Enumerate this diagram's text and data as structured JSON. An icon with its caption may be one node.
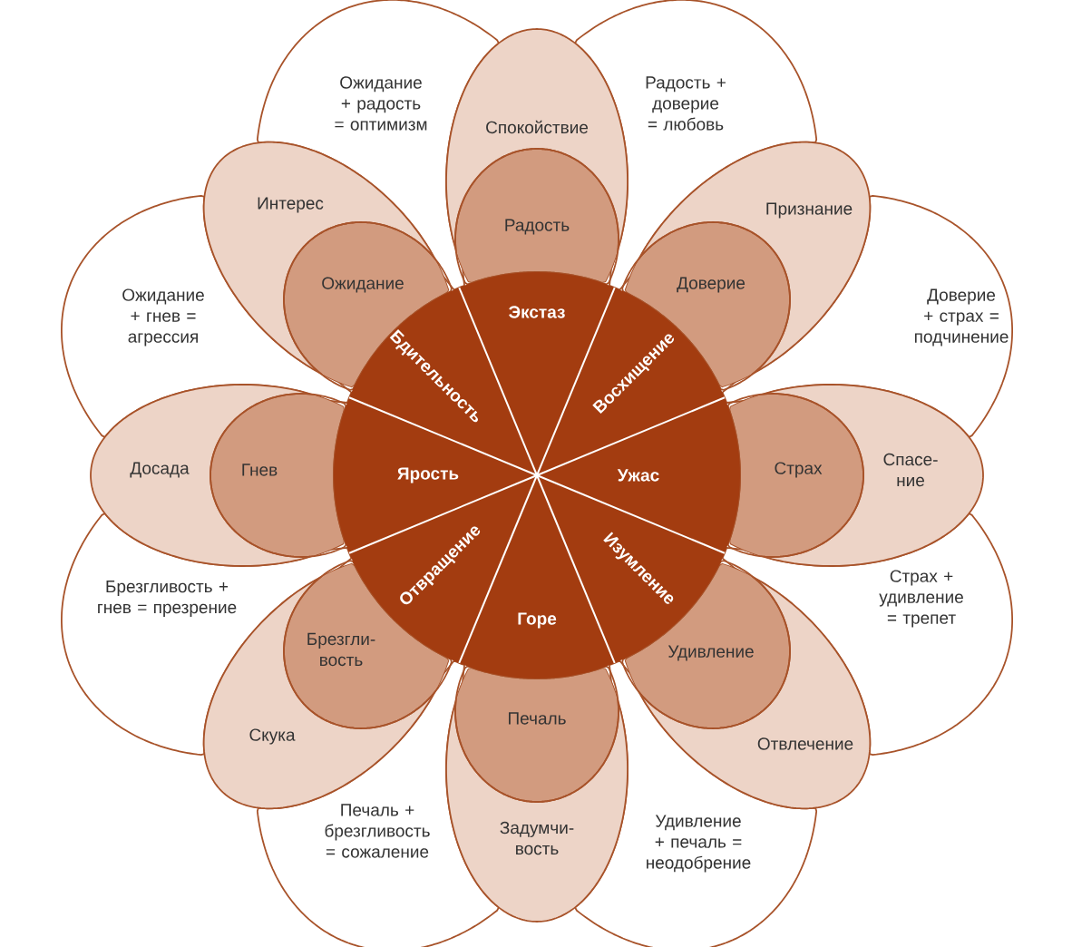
{
  "diagram": {
    "nodes": [
      {
        "text": [
          "Экстаз"
        ]
      },
      {
        "text": [
          "Восхищение"
        ]
      },
      {
        "text": [
          "Ужас"
        ]
      },
      {
        "text": [
          "Изумление"
        ]
      },
      {
        "text": [
          "Горе"
        ]
      },
      {
        "text": [
          "Отвращение"
        ]
      },
      {
        "text": [
          "Ярость"
        ]
      },
      {
        "text": [
          "Бдительность"
        ]
      },
      {
        "text": [
          "Радость"
        ],
        "in": 16
      },
      {
        "text": [
          "Доверие"
        ],
        "in": 17
      },
      {
        "text": [
          "Страх"
        ],
        "in": 18
      },
      {
        "text": [
          "Удивление"
        ],
        "in": 19
      },
      {
        "text": [
          "Печаль"
        ],
        "in": 20
      },
      {
        "text": [
          "Брезгли- вость"
        ],
        "in": 21
      },
      {
        "text": [
          "Гнев"
        ],
        "in": 22
      },
      {
        "text": [
          "Ожидание"
        ],
        "in": 23
      },
      {
        "text": [
          "Спокойствие"
        ]
      },
      {
        "text": [
          "Признание"
        ]
      },
      {
        "text": [
          "Спасе- ние"
        ]
      },
      {
        "text": [
          "Отвлечение"
        ]
      },
      {
        "text": [
          "Задумчи- вость"
        ]
      },
      {
        "text": [
          "Скука"
        ]
      },
      {
        "text": [
          "Досада"
        ]
      },
      {
        "text": [
          "Интерес"
        ]
      },
      {
        "text": [
          "Радость + доверие = любовь"
        ]
      },
      {
        "text": [
          "Доверие + страх = подчинение"
        ]
      },
      {
        "text": [
          "Страх + удивление = трепет"
        ]
      },
      {
        "text": [
          "Удивление + печаль = неодобрение"
        ]
      },
      {
        "text": [
          "Печаль + брезгливость = сожаление"
        ]
      },
      {
        "text": [
          "Брезгливость + гнев = презрение"
        ]
      },
      {
        "text": [
          "Ожидание + гнев = агрессия"
        ]
      },
      {
        "text": [
          "Ожидание + радость = оптимизм"
        ]
      }
    ]
  }
}
